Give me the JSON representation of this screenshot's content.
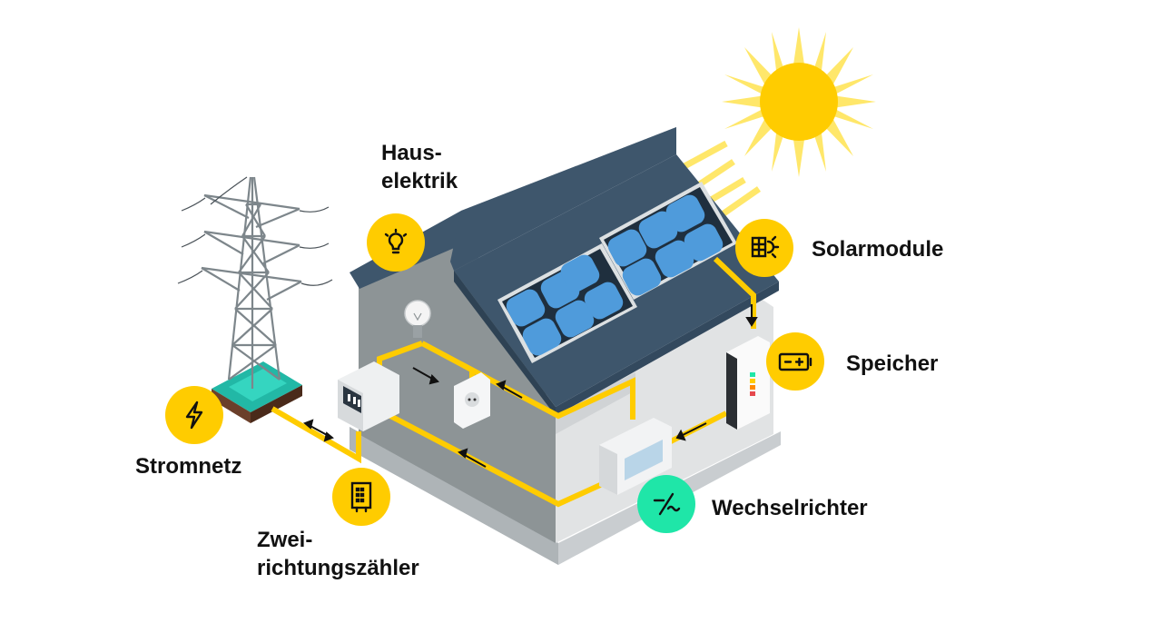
{
  "colors": {
    "accent_yellow": "#FFCC00",
    "accent_green": "#1FE6A8",
    "roof": "#3E566C",
    "panel": "#4F9BDB",
    "wall_dark": "#8D9496",
    "wall_light": "#E1E3E4",
    "grid_base": "#22B8A6"
  },
  "labels": {
    "hauselektrik": {
      "line1": "Haus-",
      "line2": "elektrik",
      "icon": "lightbulb-icon"
    },
    "solarmodule": {
      "text": "Solarmodule",
      "icon": "solar-sun-icon"
    },
    "speicher": {
      "text": "Speicher",
      "icon": "battery-icon"
    },
    "stromnetz": {
      "text": "Stromnetz",
      "icon": "lightning-icon"
    },
    "zweirichtungszaehler": {
      "line1": "Zwei-",
      "line2": "richtungszähler",
      "icon": "meter-icon"
    },
    "wechselrichter": {
      "text": "Wechselrichter",
      "icon": "inverter-icon"
    }
  }
}
